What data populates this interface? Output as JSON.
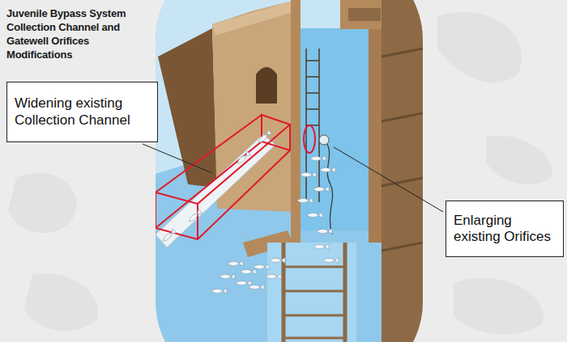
{
  "diagram": {
    "title": "Juvenile Bypass System Collection Channel and Gatewell Orifices Modifications",
    "nodes": [
      {
        "text": [
          "Widening existing Collection Channel"
        ]
      },
      {
        "text": [
          "Enlarging existing Orifices"
        ]
      }
    ]
  }
}
